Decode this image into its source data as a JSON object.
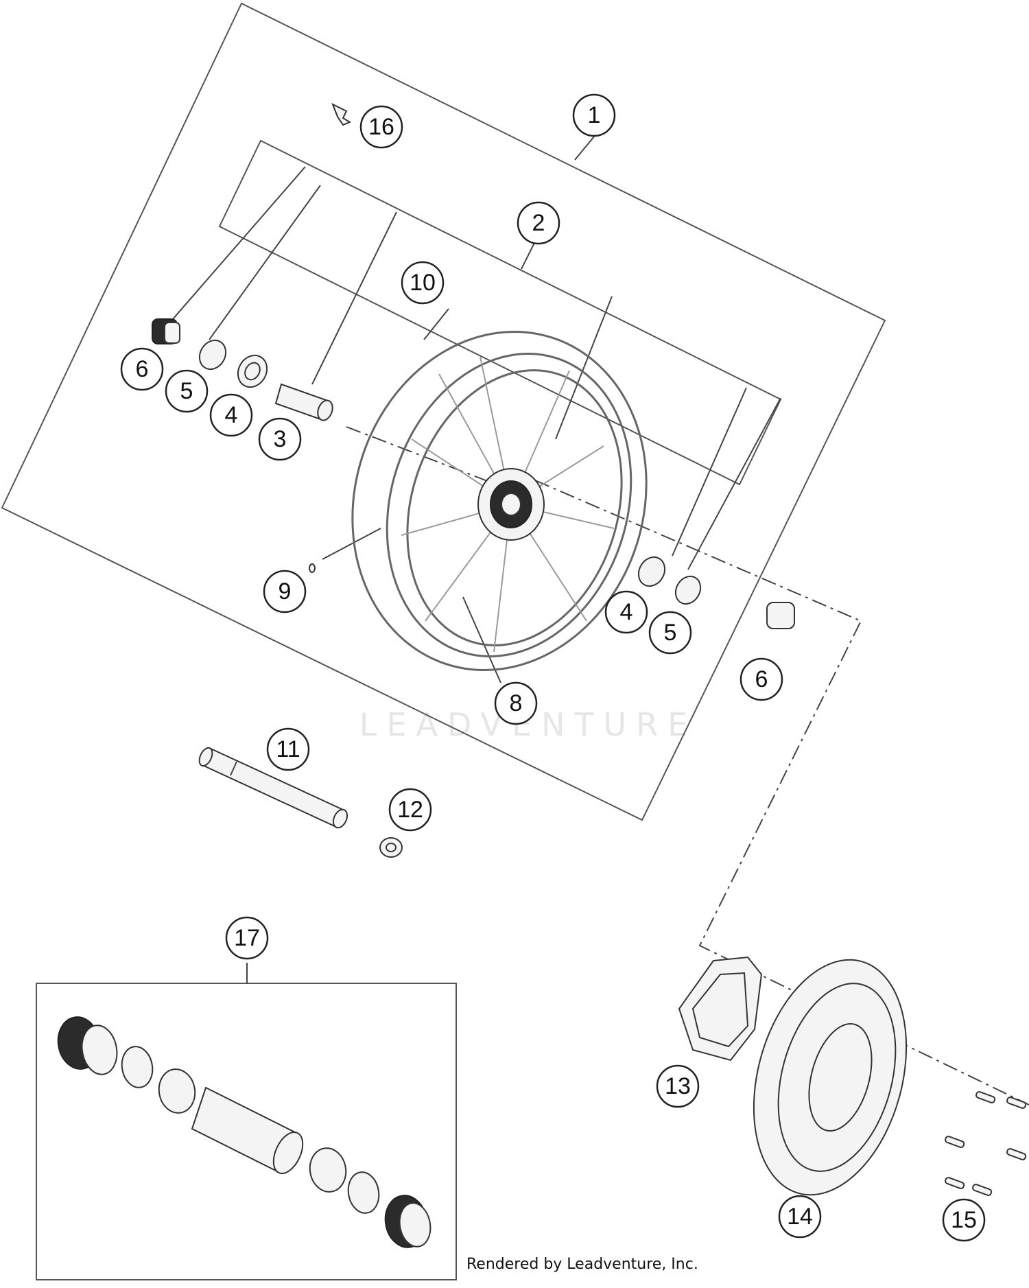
{
  "watermark": "LEADVENTURE",
  "footer": "Rendered by Leadventure, Inc.",
  "callouts": [
    "1",
    "2",
    "3",
    "4",
    "5",
    "6",
    "8",
    "9",
    "10",
    "11",
    "12",
    "13",
    "14",
    "15",
    "16",
    "17"
  ],
  "callouts_repeated": {
    "4": "4",
    "5": "5",
    "6": "6"
  },
  "colors": {
    "line": "#444444",
    "part_fill": "#f4f4f4",
    "callout_stroke": "#222222"
  }
}
